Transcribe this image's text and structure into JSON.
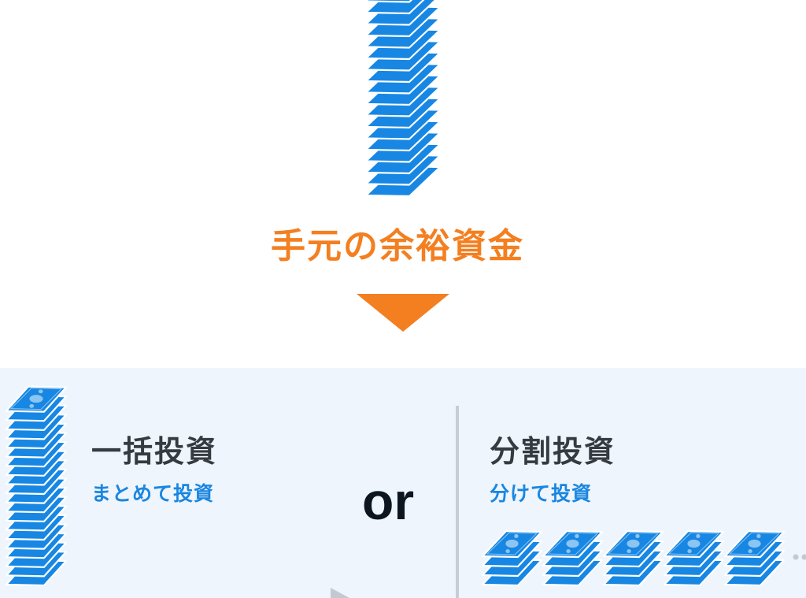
{
  "top": {
    "title": "手元の余裕資金"
  },
  "lump_sum": {
    "title": "一括投資",
    "subtitle": "まとめて投資"
  },
  "or_label": "or",
  "installment": {
    "title": "分割投資",
    "subtitle": "分けて投資",
    "stack_count": 5
  },
  "colors": {
    "accent": "#f47f20",
    "bill": "#1787e3",
    "subtitle": "#1a86e0",
    "panel": "#eef5fc"
  }
}
